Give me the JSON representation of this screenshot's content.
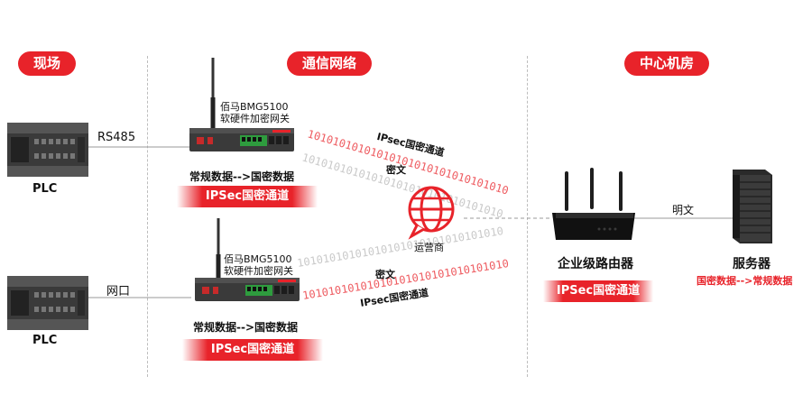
{
  "sections": {
    "site": "现场",
    "network": "通信网络",
    "center": "中心机房"
  },
  "plc_top": {
    "label": "PLC",
    "link": "RS485"
  },
  "plc_bottom": {
    "label": "PLC",
    "link": "网口"
  },
  "gateway_top": {
    "model_line1": "佰马BMG5100",
    "model_line2": "软硬件加密网关",
    "conversion": "常规数据-->国密数据",
    "channel": "IPSec国密通道"
  },
  "gateway_bottom": {
    "model_line1": "佰马BMG5100",
    "model_line2": "软硬件加密网关",
    "conversion": "常规数据-->国密数据",
    "channel": "IPSec国密通道"
  },
  "tunnel_top": {
    "name": "IPsec国密通道",
    "cipher": "密文",
    "stream": "10101010101010101010101010101010"
  },
  "tunnel_bottom": {
    "name": "IPsec国密通道",
    "cipher": "密文",
    "stream": "10101010101010101010101010101010"
  },
  "carrier": {
    "label": "运营商"
  },
  "router": {
    "label": "企业级路由器",
    "channel": "IPSec国密通道"
  },
  "server": {
    "label": "服务器",
    "plain": "明文",
    "conversion": "国密数据-->常规数据"
  },
  "colors": {
    "accent": "#e8232a",
    "device": "#2b2b2b"
  }
}
